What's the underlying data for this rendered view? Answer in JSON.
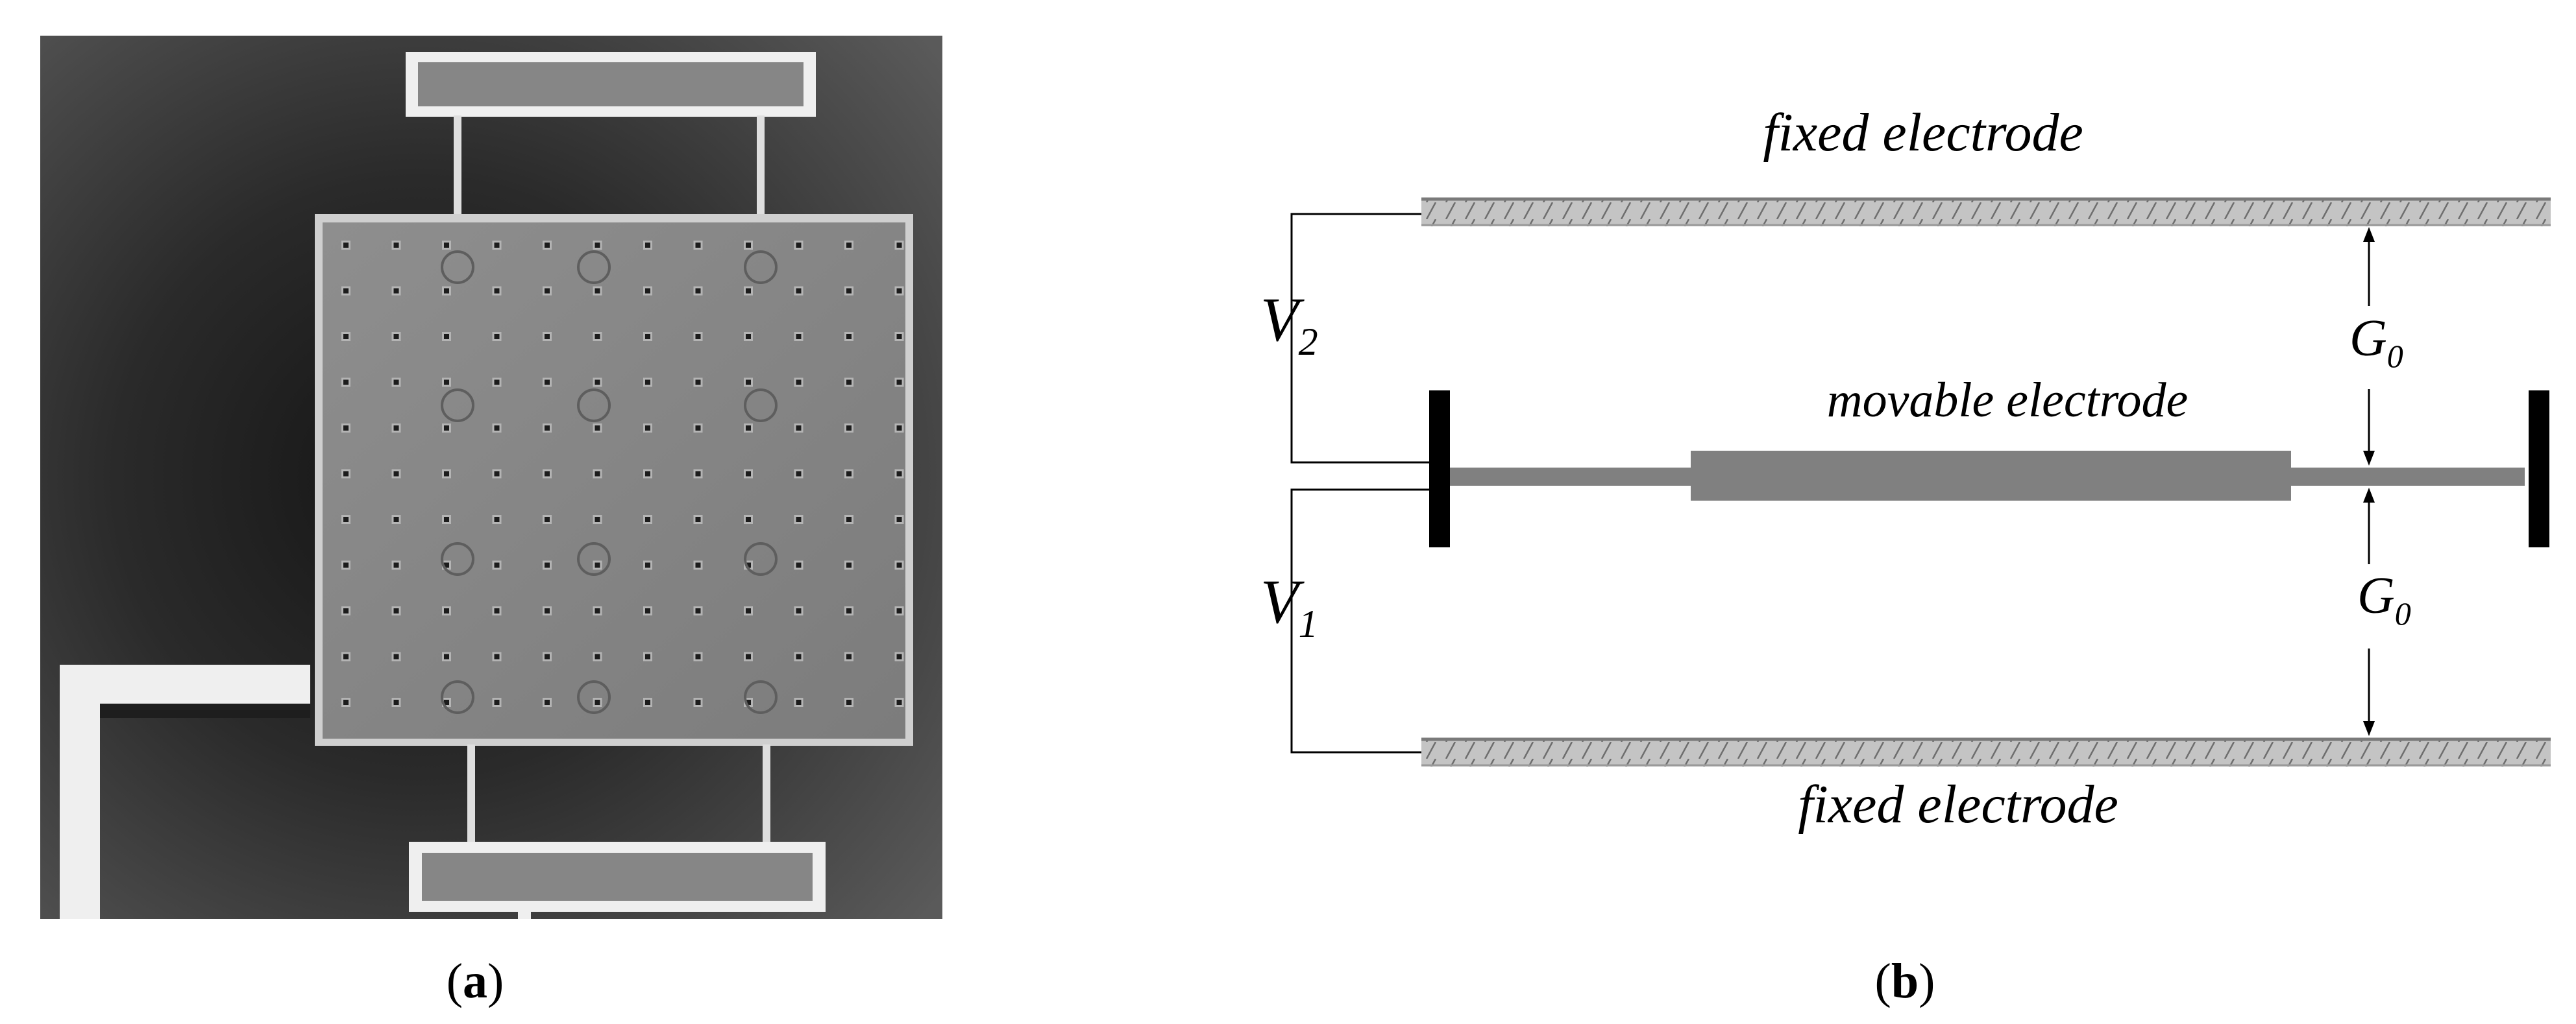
{
  "panel_a": {
    "caption_open": "(",
    "caption_letter": "a",
    "caption_close": ")"
  },
  "panel_b": {
    "caption_open": "(",
    "caption_letter": "b",
    "caption_close": ")",
    "top_label": "fixed electrode",
    "middle_label": "movable electrode",
    "bottom_label": "fixed electrode",
    "voltage_top": {
      "symbol": "V",
      "subscript": "2"
    },
    "voltage_bottom": {
      "symbol": "V",
      "subscript": "1"
    },
    "gap_top": {
      "symbol": "G",
      "subscript": "0"
    },
    "gap_bottom": {
      "symbol": "G",
      "subscript": "0"
    }
  },
  "colors": {
    "sem_dark": "#3a3a3a",
    "sem_plate": "#8a8a8a",
    "sem_bright": "#ececec",
    "electrode_fill": "#c0c0c0",
    "beam": "#808080",
    "anchor": "#000000"
  }
}
